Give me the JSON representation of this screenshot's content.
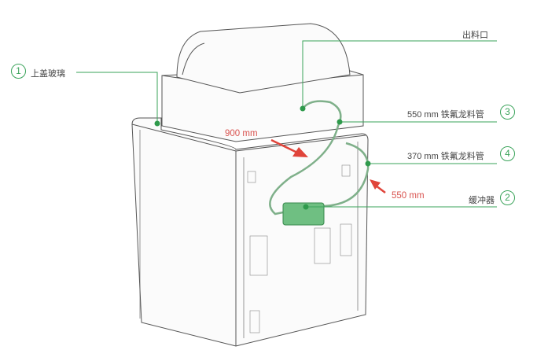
{
  "labels": {
    "outlet": "出料口",
    "top_glass": {
      "number": "1",
      "text": "上盖玻璃"
    },
    "tube_550": {
      "number": "3",
      "text": "550 mm 铁氟龙料管"
    },
    "tube_370": {
      "number": "4",
      "text": "370 mm 铁氟龙料管"
    },
    "buffer": {
      "number": "2",
      "text": "缓冲器"
    }
  },
  "measurements": {
    "left_arrow": "900 mm",
    "right_arrow": "550 mm"
  },
  "colors": {
    "callout": "#3aa35a",
    "arrow": "#e0443a",
    "tube": "#7fb08a",
    "outline": "#555555"
  }
}
